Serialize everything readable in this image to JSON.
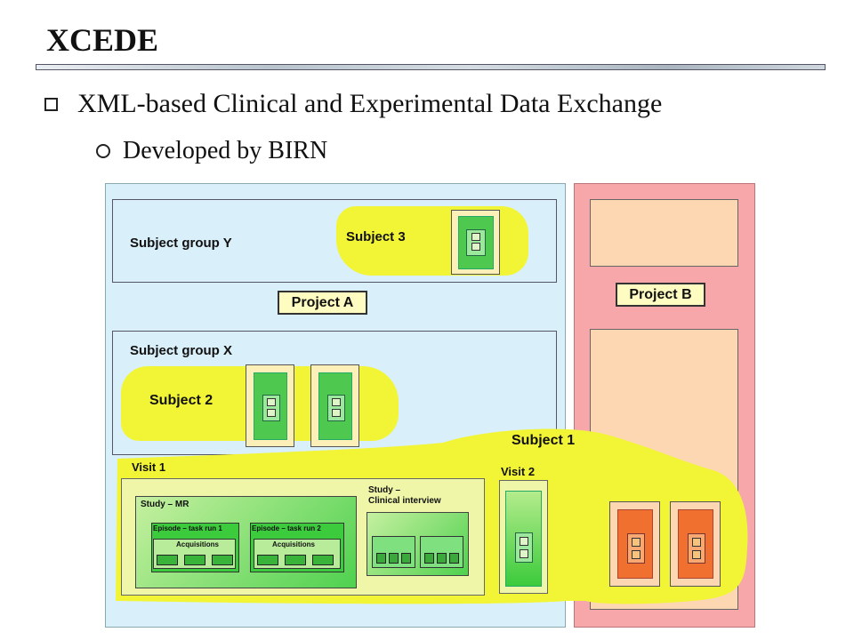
{
  "slide": {
    "title": "XCEDE",
    "bullet1": "XML-based Clinical and Experimental Data Exchange",
    "bullet2": "Developed by BIRN"
  },
  "diagram": {
    "project_a": "Project  A",
    "project_b": "Project  B",
    "subject_group_y": "Subject group Y",
    "subject_group_x": "Subject group X",
    "subject_3": "Subject 3",
    "subject_2": "Subject 2",
    "subject_1": "Subject 1",
    "visit_1": "Visit  1",
    "visit_2": "Visit  2",
    "study_mr": "Study – MR",
    "study_clinical_line1": "Study –",
    "study_clinical_line2": "Clinical interview",
    "episode_1": "Episode – task run 1",
    "episode_2": "Episode – task run 2",
    "acquisitions_1": "Acquisitions",
    "acquisitions_2": "Acquisitions"
  },
  "colors": {
    "project_a_panel": "#d9effa",
    "project_b_panel": "#f7a7a9",
    "highlight": "#f2f536",
    "subject_green": "#4fc84f",
    "subject_orange": "#f07030"
  }
}
